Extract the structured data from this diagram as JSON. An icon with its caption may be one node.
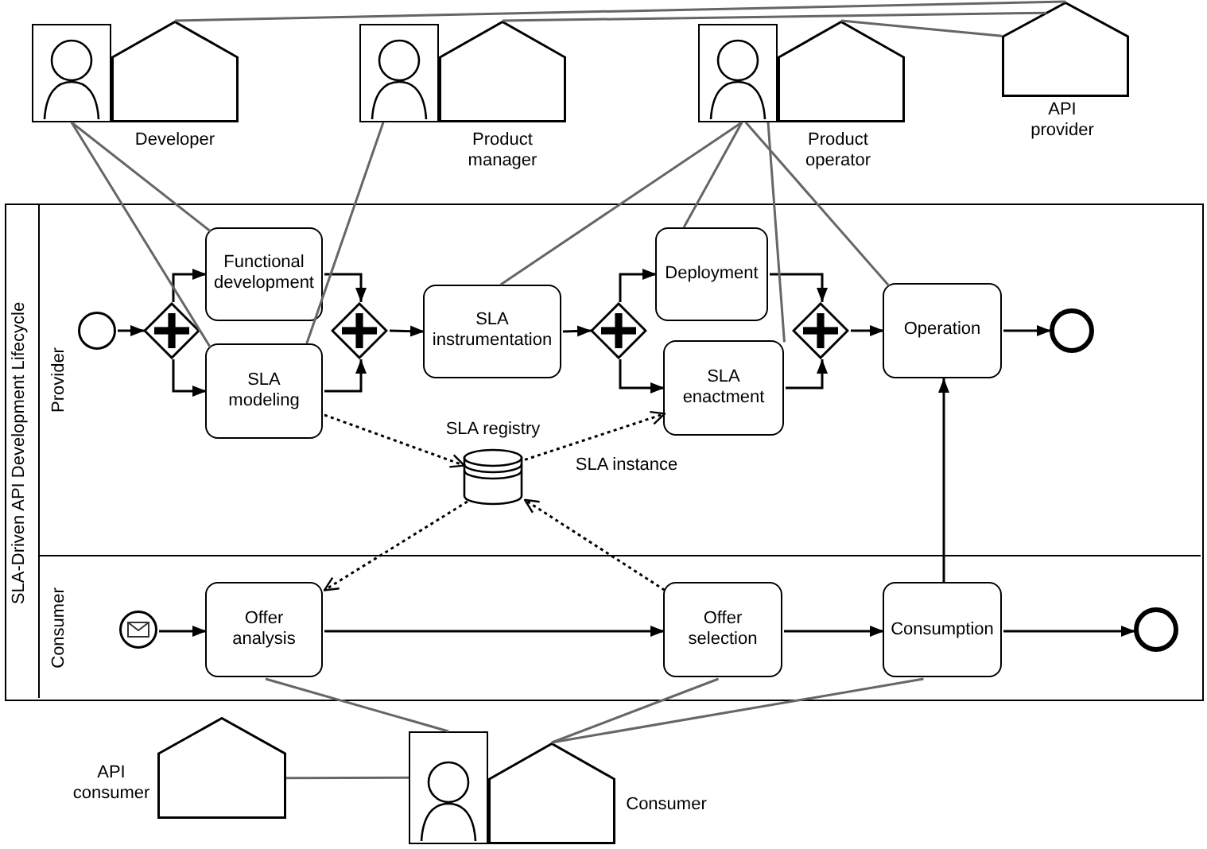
{
  "diagram": {
    "nodes": [
      {
        "text": [],
        "shape": "person"
      },
      {
        "text": [
          "Developer"
        ]
      },
      {
        "text": [],
        "shape": "person"
      },
      {
        "text": [
          "Product manager"
        ]
      },
      {
        "text": [],
        "shape": "person"
      },
      {
        "text": [
          "Product operator"
        ]
      },
      {
        "text": [
          "API provider"
        ]
      },
      {
        "text": [
          "SLA-Driven API Development Lifecycle"
        ]
      },
      {
        "text": [
          "Provider"
        ],
        "in": 7
      },
      {
        "text": [
          "Consumer"
        ],
        "in": 7
      },
      {
        "text": [],
        "shape": "circle",
        "in": 8
      },
      {
        "text": [],
        "shape": "diamond",
        "in": 8
      },
      {
        "text": [
          "Functional development"
        ],
        "in": 8
      },
      {
        "text": [
          "SLA modeling"
        ],
        "in": 8
      },
      {
        "text": [],
        "shape": "diamond",
        "in": 8
      },
      {
        "text": [
          "SLA instrumentation"
        ],
        "in": 8
      },
      {
        "text": [],
        "shape": "diamond",
        "in": 8
      },
      {
        "text": [
          "Deployment"
        ],
        "in": 8
      },
      {
        "text": [
          "SLA enactment"
        ],
        "in": 8
      },
      {
        "text": [],
        "shape": "diamond",
        "in": 8
      },
      {
        "text": [
          "Operation"
        ],
        "in": 8
      },
      {
        "text": [],
        "shape": "circle",
        "in": 8
      },
      {
        "text": [
          "SLA registry"
        ],
        "in": 8
      },
      {
        "text": [],
        "shape": "circle",
        "in": 9
      },
      {
        "text": [
          "Offer analysis"
        ],
        "in": 9
      },
      {
        "text": [
          "Offer selection"
        ],
        "in": 9
      },
      {
        "text": [
          "Consumption"
        ],
        "in": 9
      },
      {
        "text": [],
        "shape": "circle",
        "in": 9
      },
      {
        "text": [
          "API consumer"
        ]
      },
      {
        "text": [],
        "shape": "person"
      },
      {
        "text": [
          "Consumer"
        ]
      }
    ],
    "edges": [
      {
        "from": 10,
        "to": 11,
        "arrow": "to"
      },
      {
        "from": 11,
        "to": 12,
        "arrow": "to"
      },
      {
        "from": 11,
        "to": 13,
        "arrow": "to"
      },
      {
        "from": 12,
        "to": 14,
        "arrow": "to"
      },
      {
        "from": 13,
        "to": 14,
        "arrow": "to"
      },
      {
        "from": 14,
        "to": 15,
        "arrow": "to"
      },
      {
        "from": 15,
        "to": 16,
        "arrow": "to"
      },
      {
        "from": 16,
        "to": 17,
        "arrow": "to"
      },
      {
        "from": 16,
        "to": 18,
        "arrow": "to"
      },
      {
        "from": 17,
        "to": 19,
        "arrow": "to"
      },
      {
        "from": 18,
        "to": 19,
        "arrow": "to"
      },
      {
        "from": 19,
        "to": 20,
        "arrow": "to"
      },
      {
        "from": 20,
        "to": 21,
        "arrow": "to"
      },
      {
        "from": 23,
        "to": 24,
        "arrow": "to"
      },
      {
        "from": 24,
        "to": 25,
        "arrow": "to"
      },
      {
        "from": 25,
        "to": 26,
        "arrow": "to"
      },
      {
        "from": 26,
        "to": 27,
        "arrow": "to"
      },
      {
        "from": 26,
        "to": 20,
        "arrow": "to"
      },
      {
        "from": 13,
        "to": 22,
        "arrow": "to",
        "style": "dashed"
      },
      {
        "from": 22,
        "to": 18,
        "arrow": "to",
        "style": "dashed",
        "label": "SLA instance"
      },
      {
        "from": 22,
        "to": 24,
        "arrow": "to",
        "style": "dashed"
      },
      {
        "from": 25,
        "to": 22,
        "arrow": "to",
        "style": "dashed"
      },
      {
        "from": 0,
        "to": 12,
        "arrow": "none",
        "color": "#666666"
      },
      {
        "from": 0,
        "to": 13,
        "arrow": "none",
        "color": "#666666"
      },
      {
        "from": 2,
        "to": 13,
        "arrow": "none",
        "color": "#666666"
      },
      {
        "from": 4,
        "to": 15,
        "arrow": "none",
        "color": "#666666"
      },
      {
        "from": 4,
        "to": 17,
        "arrow": "none",
        "color": "#666666"
      },
      {
        "from": 4,
        "to": 18,
        "arrow": "none",
        "color": "#666666"
      },
      {
        "from": 4,
        "to": 20,
        "arrow": "none",
        "color": "#666666"
      },
      {
        "from": 1,
        "to": 6,
        "arrow": "none",
        "color": "#666666"
      },
      {
        "from": 3,
        "to": 6,
        "arrow": "none",
        "color": "#666666"
      },
      {
        "from": 5,
        "to": 6,
        "arrow": "none",
        "color": "#666666"
      },
      {
        "from": 29,
        "to": 24,
        "arrow": "none",
        "color": "#666666"
      },
      {
        "from": 30,
        "to": 25,
        "arrow": "none",
        "color": "#666666"
      },
      {
        "from": 30,
        "to": 26,
        "arrow": "none",
        "color": "#666666"
      },
      {
        "from": 28,
        "to": 29,
        "arrow": "none",
        "color": "#666666"
      }
    ]
  }
}
